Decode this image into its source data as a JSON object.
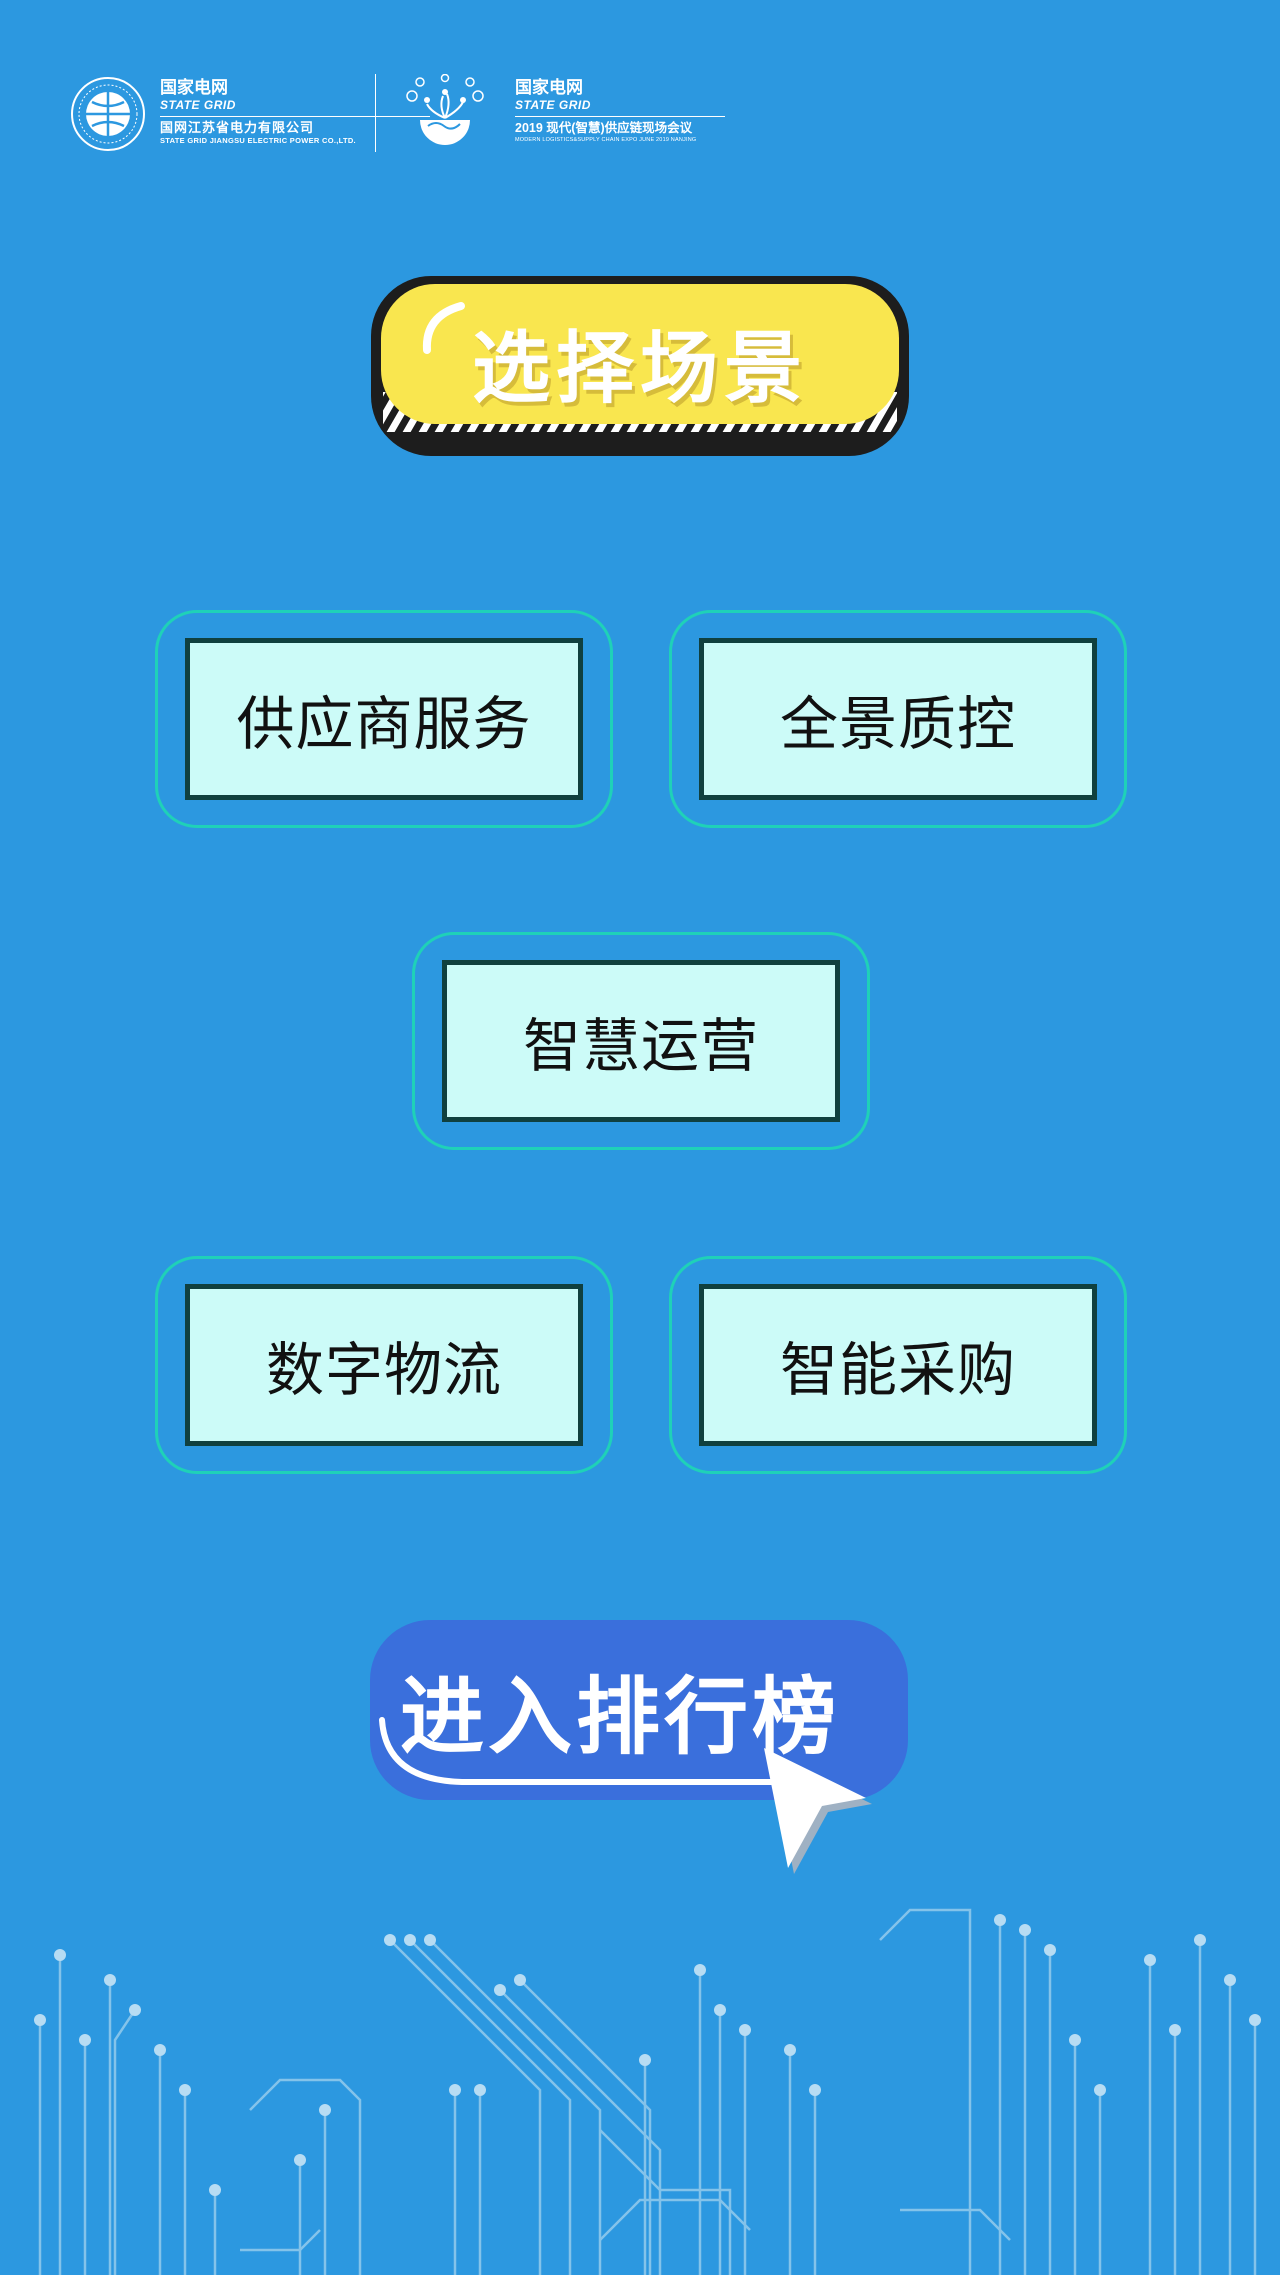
{
  "header": {
    "brand_cn": "国家电网",
    "brand_en": "STATE GRID",
    "company_cn": "国网江苏省电力有限公司",
    "company_en": "STATE GRID JIANGSU ELECTRIC POWER CO.,LTD.",
    "conf_brand_cn": "国家电网",
    "conf_brand_en": "STATE GRID",
    "conf_title": "2019 现代(智慧)供应链现场会议",
    "conf_en": "MODERN LOGISTICS&SUPPLY CHAIN EXPO JUNE 2019 NANJING"
  },
  "title": "选择场景",
  "scenes": [
    {
      "label": "供应商服务"
    },
    {
      "label": "全景质控"
    },
    {
      "label": "智慧运营"
    },
    {
      "label": "数字物流"
    },
    {
      "label": "智能采购"
    }
  ],
  "leaderboard_button": "进入排行榜",
  "colors": {
    "background": "#2c98e0",
    "badge_yellow": "#f9e64f",
    "scene_fill": "#ccfbf8",
    "scene_ring": "#1fd1b8",
    "rank_blue": "#3a6fdc"
  }
}
